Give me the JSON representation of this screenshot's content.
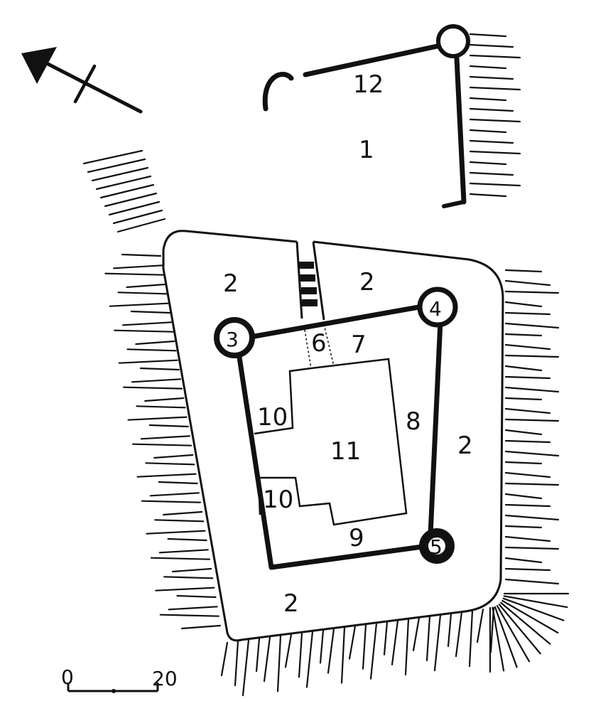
{
  "plan": {
    "zones": {
      "outer_ward": "1",
      "inner_ward_label": "2",
      "gate_passage": "6",
      "corridor_north": "7",
      "corridor_east": "8",
      "corridor_south": "9",
      "annex_upper": "10",
      "annex_lower": "10",
      "keep": "11",
      "outer_wall": "12"
    },
    "towers": [
      "3",
      "4",
      "5"
    ]
  },
  "scale": {
    "start": "0",
    "end": "20"
  },
  "colors": {
    "ink": "#111111",
    "paper": "#ffffff"
  }
}
